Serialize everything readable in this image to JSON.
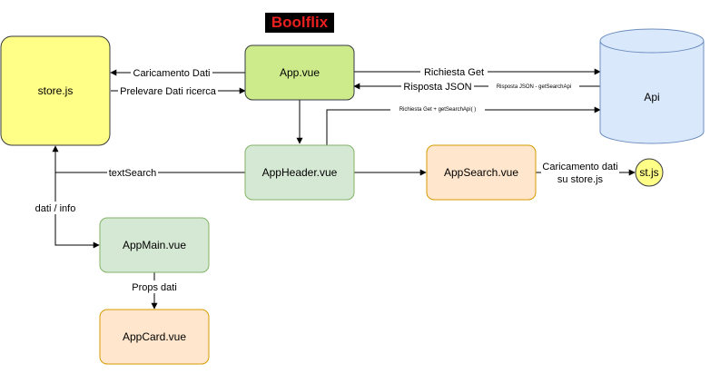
{
  "title": "Boolflix",
  "nodes": {
    "store": "store.js",
    "app": "App.vue",
    "api": "Api",
    "header": "AppHeader.vue",
    "search": "AppSearch.vue",
    "st": "st.js",
    "main": "AppMain.vue",
    "card": "AppCard.vue"
  },
  "edges": {
    "caricamento_dati": "Caricamento Dati",
    "prelevare_dati": "Prelevare Dati ricerca",
    "richiesta_get": "Richiesta Get",
    "risposta_json": "Risposta JSON",
    "risposta_json_small": "Risposta JSON - getSearchApi",
    "richiesta_get_search": "Richiesta Get + getSearchApi( )",
    "text_search": "textSearch",
    "caricamento_store_1": "Caricamento dati",
    "caricamento_store_2": "su store.js",
    "dati_info": "dati / info",
    "props_dati": "Props dati"
  },
  "colors": {
    "yellow_fill": "#ffff88",
    "yellow_stroke": "#36393d",
    "green_fill": "#cdeb8b",
    "green_stroke": "#36393d",
    "light_green_fill": "#d5e8d4",
    "light_green_stroke": "#82b366",
    "orange_fill": "#ffe6cc",
    "orange_stroke": "#d79b00",
    "blue_fill": "#dae8fc",
    "blue_stroke": "#6c8ebf",
    "circle_fill": "#ffff88"
  }
}
